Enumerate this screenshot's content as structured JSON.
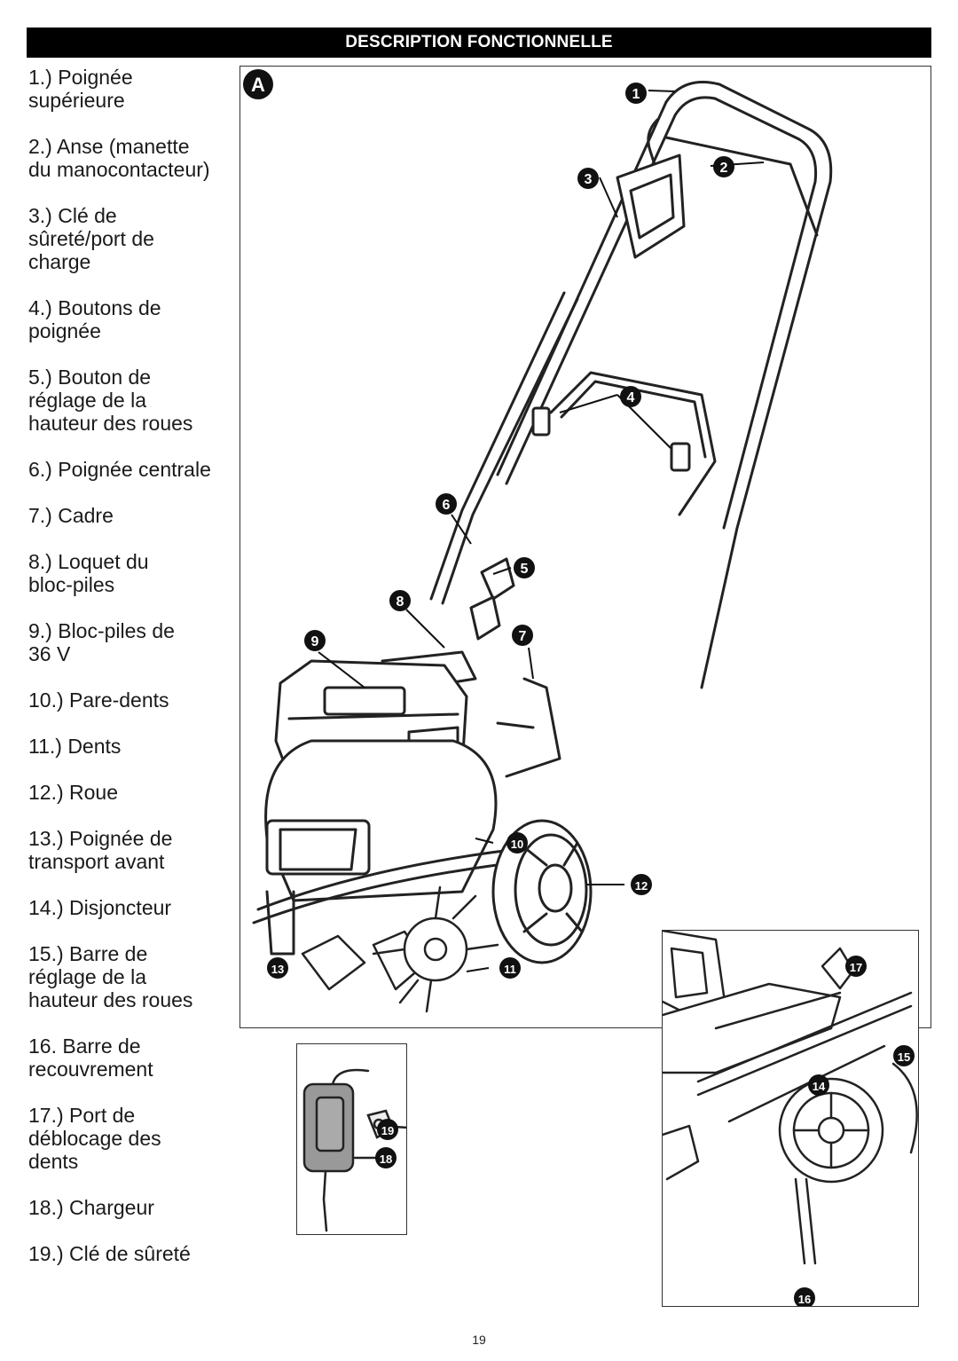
{
  "header": {
    "title": "DESCRIPTION FONCTIONNELLE"
  },
  "parts": [
    {
      "lines": [
        "1.) Poignée",
        "supérieure"
      ]
    },
    {
      "lines": [
        "2.) Anse (manette",
        "du manocontacteur)"
      ]
    },
    {
      "lines": [
        "3.) Clé de",
        "sûreté/port de",
        "charge"
      ]
    },
    {
      "lines": [
        "4.) Boutons de",
        "poignée"
      ]
    },
    {
      "lines": [
        "5.) Bouton de",
        "réglage de la",
        "hauteur des roues"
      ]
    },
    {
      "lines": [
        "6.) Poignée centrale"
      ]
    },
    {
      "lines": [
        "7.) Cadre"
      ]
    },
    {
      "lines": [
        "8.) Loquet du",
        "bloc-piles"
      ]
    },
    {
      "lines": [
        "9.) Bloc-piles de",
        "36 V"
      ]
    },
    {
      "lines": [
        "10.) Pare-dents"
      ]
    },
    {
      "lines": [
        "11.) Dents"
      ]
    },
    {
      "lines": [
        "12.) Roue"
      ]
    },
    {
      "lines": [
        "13.) Poignée de",
        "transport avant"
      ]
    },
    {
      "lines": [
        "14.) Disjoncteur"
      ]
    },
    {
      "lines": [
        "15.) Barre de",
        "réglage de la",
        "hauteur des roues"
      ]
    },
    {
      "lines": [
        "16. Barre de",
        "recouvrement"
      ]
    },
    {
      "lines": [
        "17.) Port de",
        "déblocage des",
        "dents"
      ]
    },
    {
      "lines": [
        "18.) Chargeur"
      ]
    },
    {
      "lines": [
        "19.) Clé de sûreté"
      ]
    }
  ],
  "figure": {
    "label": "A",
    "callouts_main": [
      "1",
      "2",
      "3",
      "4",
      "5",
      "6",
      "7",
      "8",
      "9",
      "10",
      "11",
      "12",
      "13"
    ],
    "callouts_charger": [
      "18",
      "19"
    ],
    "callouts_detail": [
      "14",
      "15",
      "16",
      "17"
    ]
  },
  "page_number": "19"
}
